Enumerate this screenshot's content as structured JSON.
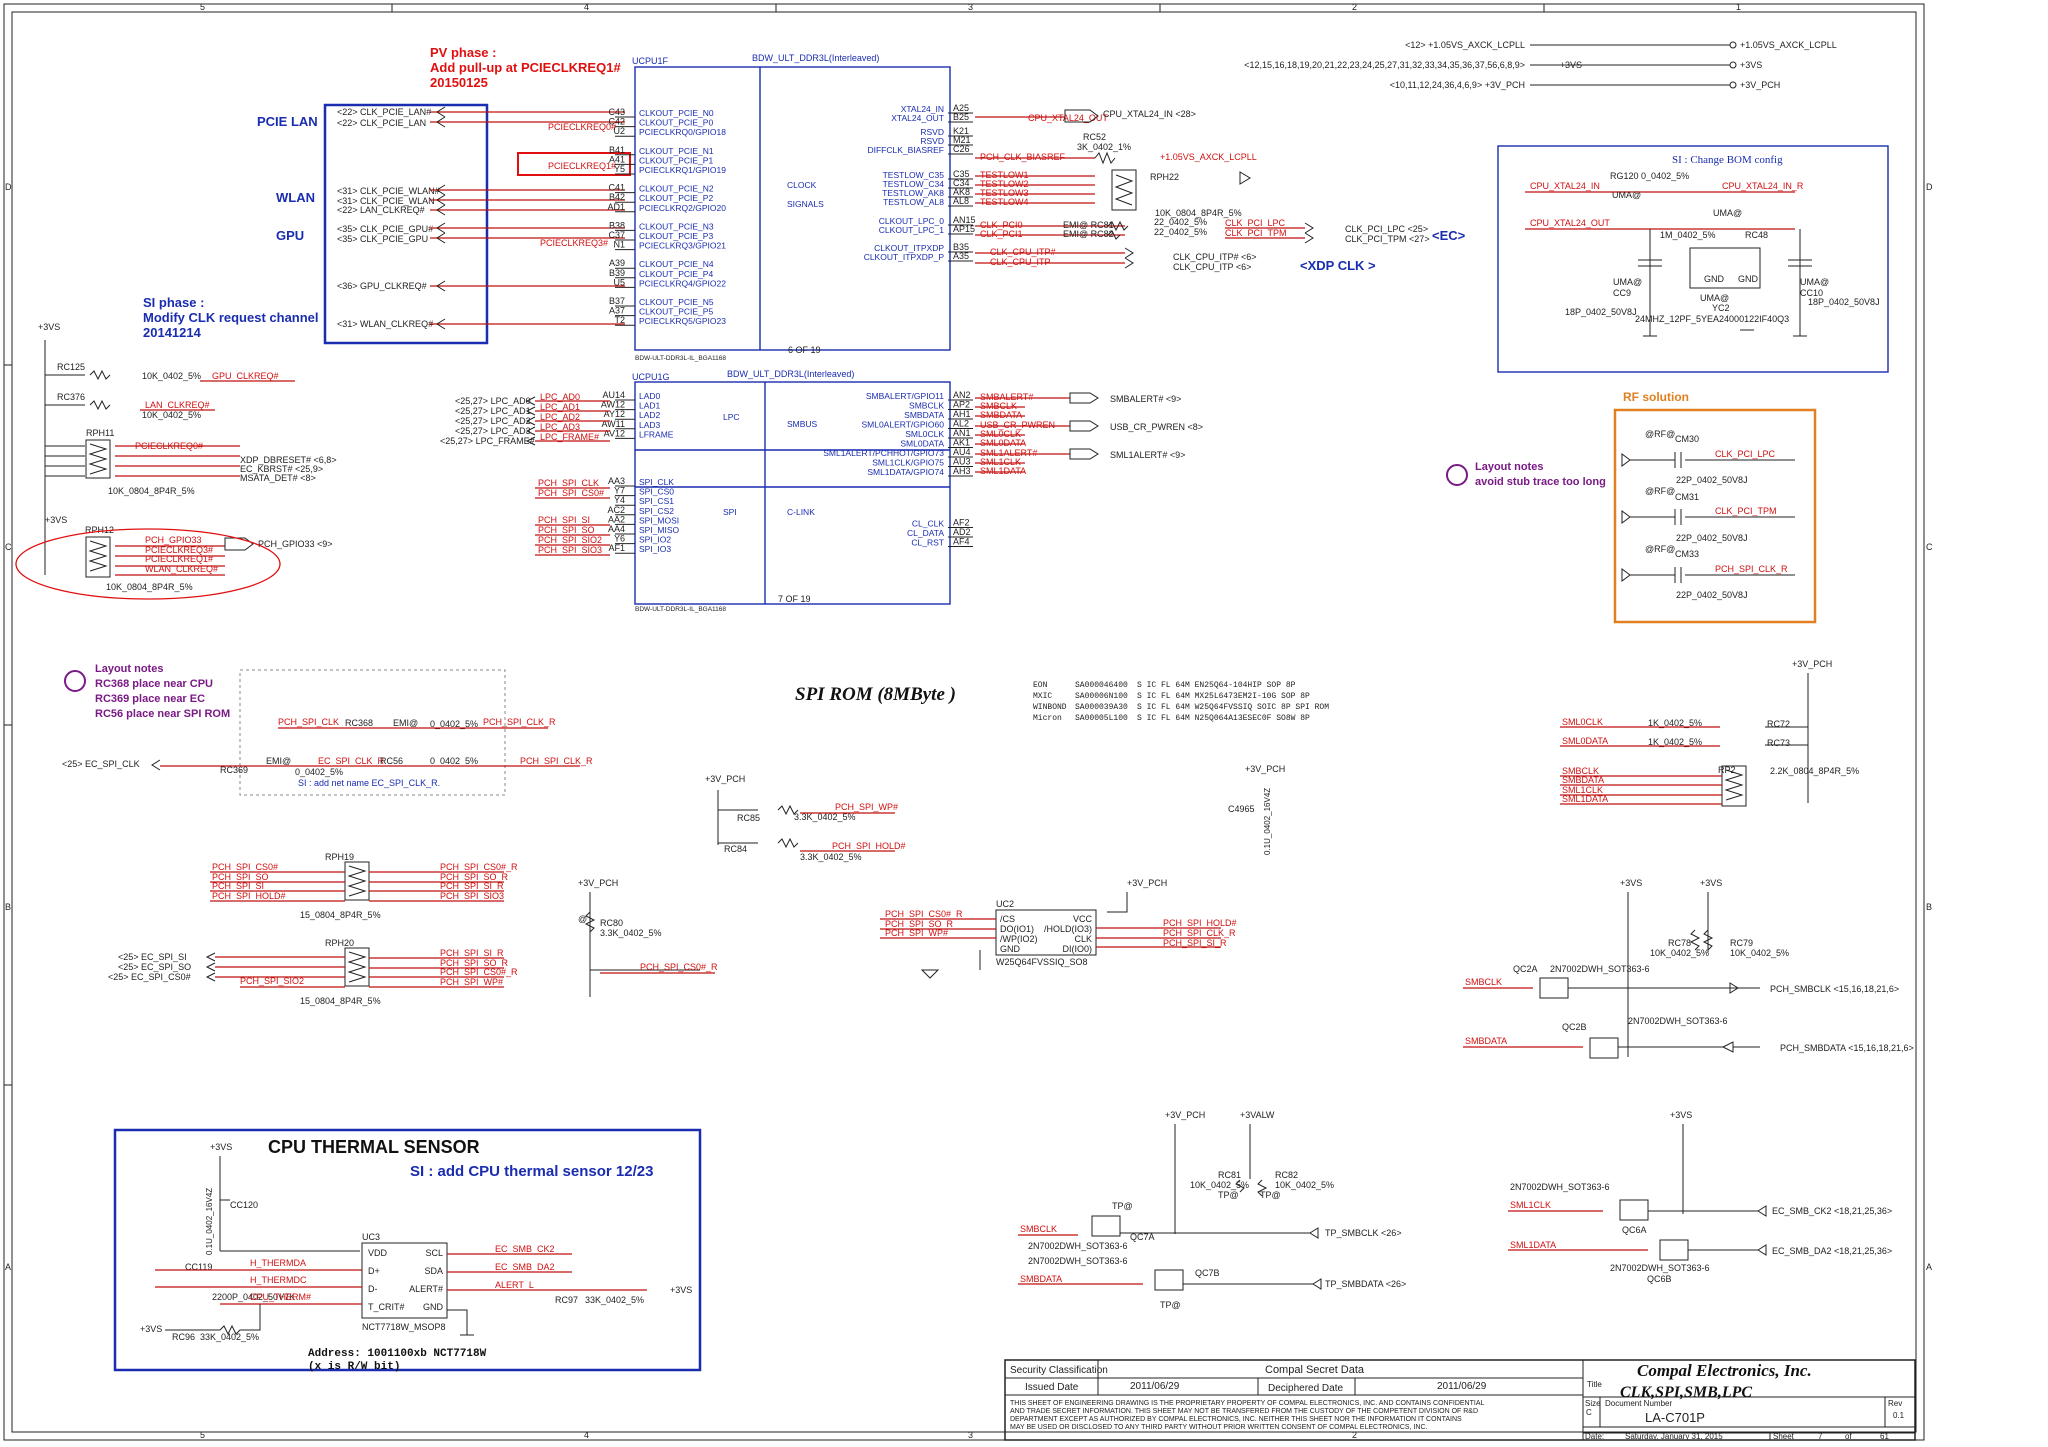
{
  "frame": {
    "top_cols": [
      "5",
      "4",
      "3",
      "2",
      "1"
    ],
    "side_rows": [
      "D",
      "C",
      "B",
      "A"
    ]
  },
  "notes": {
    "pv_phase_1": "PV phase :",
    "pv_phase_2": "Add pull-up at PCIECLKREQ1#",
    "pv_phase_3": "20150125",
    "si_phase_1": "SI phase :",
    "si_phase_2": "Modify CLK request channel",
    "si_phase_3": "20141214",
    "layout1_title": "Layout notes",
    "layout1_l1": "RC368 place near CPU",
    "layout1_l2": "RC369 place near EC",
    "layout1_l3": "RC56 place near SPI ROM",
    "layout2_title": "Layout notes",
    "layout2_l1": "avoid stub trace too long",
    "si_bom": "SI : Change BOM config",
    "rf_solution": "RF solution",
    "thermal_si": "SI : add CPU thermal sensor 12/23",
    "add_net": "SI : add net name EC_SPI_CLK_R."
  },
  "section_labels": {
    "pcie_lan": "PCIE LAN",
    "wlan": "WLAN",
    "gpu": "GPU",
    "ec": "<EC>",
    "xdp_clk": "<XDP CLK >",
    "spi_rom": "SPI ROM (8MByte )",
    "thermal": "CPU THERMAL SENSOR",
    "address_1": "Address: 1001100xb NCT7718W",
    "address_2": "(x is R/W bit)"
  },
  "power_rails": [
    {
      "idx": "<12>",
      "name": "+1.05VS_AXCK_LCPLL",
      "out": "+1.05VS_AXCK_LCPLL"
    },
    {
      "idx": "<12,15,16,18,19,20,21,22,23,24,25,27,31,32,33,34,35,36,37,56,6,8,9>",
      "name": "+3VS",
      "out": "+3VS"
    },
    {
      "idx": "<10,11,12,24,36,4,6,9>",
      "name": "+3V_PCH",
      "out": "+3V_PCH"
    }
  ],
  "ucpu1f": {
    "ref": "UCPU1F",
    "title": "BDW_ULT_DDR3L(Interleaved)",
    "page": "6 OF 19",
    "footer": "BDW-ULT-DDR3L-IL_BGA1168",
    "block_clock": "CLOCK",
    "block_signals": "SIGNALS",
    "left_pins": [
      {
        "ball": "C43",
        "name": "CLKOUT_PCIE_N0"
      },
      {
        "ball": "C42",
        "name": "CLKOUT_PCIE_P0"
      },
      {
        "ball": "U2",
        "name": "PCIECLKRQ0/GPIO18"
      },
      {
        "ball": "B41",
        "name": "CLKOUT_PCIE_N1"
      },
      {
        "ball": "A41",
        "name": "CLKOUT_PCIE_P1"
      },
      {
        "ball": "Y5",
        "name": "PCIECLKRQ1/GPIO19"
      },
      {
        "ball": "C41",
        "name": "CLKOUT_PCIE_N2"
      },
      {
        "ball": "B42",
        "name": "CLKOUT_PCIE_P2"
      },
      {
        "ball": "AD1",
        "name": "PCIECLKRQ2/GPIO20"
      },
      {
        "ball": "B38",
        "name": "CLKOUT_PCIE_N3"
      },
      {
        "ball": "C37",
        "name": "CLKOUT_PCIE_P3"
      },
      {
        "ball": "N1",
        "name": "PCIECLKRQ3/GPIO21"
      },
      {
        "ball": "A39",
        "name": "CLKOUT_PCIE_N4"
      },
      {
        "ball": "B39",
        "name": "CLKOUT_PCIE_P4"
      },
      {
        "ball": "U5",
        "name": "PCIECLKRQ4/GPIO22"
      },
      {
        "ball": "B37",
        "name": "CLKOUT_PCIE_N5"
      },
      {
        "ball": "A37",
        "name": "CLKOUT_PCIE_P5"
      },
      {
        "ball": "T2",
        "name": "PCIECLKRQ5/GPIO23"
      }
    ],
    "right_pins": [
      {
        "ball": "A25",
        "name": "XTAL24_IN"
      },
      {
        "ball": "B25",
        "name": "XTAL24_OUT"
      },
      {
        "ball": "K21",
        "name": "RSVD"
      },
      {
        "ball": "M21",
        "name": "RSVD"
      },
      {
        "ball": "C26",
        "name": "DIFFCLK_BIASREF"
      },
      {
        "ball": "C35",
        "name": "TESTLOW_C35"
      },
      {
        "ball": "C34",
        "name": "TESTLOW_C34"
      },
      {
        "ball": "AK8",
        "name": "TESTLOW_AK8"
      },
      {
        "ball": "AL8",
        "name": "TESTLOW_AL8"
      },
      {
        "ball": "AN15",
        "name": "CLKOUT_LPC_0"
      },
      {
        "ball": "AP15",
        "name": "CLKOUT_LPC_1"
      },
      {
        "ball": "B35",
        "name": "CLKOUT_ITPXDP"
      },
      {
        "ball": "A35",
        "name": "CLKOUT_ITPXDP_P"
      }
    ],
    "right_nets": [
      "CPU_XTAL24_OUT",
      "PCH_CLK_BIASREF",
      "TESTLOW1",
      "TESTLOW2",
      "TESTLOW3",
      "TESTLOW4",
      "CLK_PCI0",
      "CLK_PCI1",
      "CLK_CPU_ITP#",
      "CLK_CPU_ITP"
    ]
  },
  "ucpu1g": {
    "ref": "UCPU1G",
    "title": "BDW_ULT_DDR3L(Interleaved)",
    "page": "7 OF 19",
    "footer": "BDW-ULT-DDR3L-IL_BGA1168",
    "block_lpc": "LPC",
    "block_smbus": "SMBUS",
    "block_spi": "SPI",
    "block_clink": "C-LINK",
    "left_pins": [
      {
        "ball": "AU14",
        "name": "LAD0"
      },
      {
        "ball": "AW12",
        "name": "LAD1"
      },
      {
        "ball": "AY12",
        "name": "LAD2"
      },
      {
        "ball": "AW11",
        "name": "LAD3"
      },
      {
        "ball": "AV12",
        "name": "LFRAME"
      },
      {
        "ball": "AA3",
        "name": "SPI_CLK"
      },
      {
        "ball": "Y7",
        "name": "SPI_CS0"
      },
      {
        "ball": "Y4",
        "name": "SPI_CS1"
      },
      {
        "ball": "AC2",
        "name": "SPI_CS2"
      },
      {
        "ball": "AA2",
        "name": "SPI_MOSI"
      },
      {
        "ball": "AA4",
        "name": "SPI_MISO"
      },
      {
        "ball": "Y6",
        "name": "SPI_IO2"
      },
      {
        "ball": "AF1",
        "name": "SPI_IO3"
      }
    ],
    "left_nets": [
      "LPC_AD0",
      "LPC_AD1",
      "LPC_AD2",
      "LPC_AD3",
      "LPC_FRAME#",
      "PCH_SPI_CLK",
      "PCH_SPI_CS0#",
      "PCH_SPI_SI",
      "PCH_SPI_SO",
      "PCH_SPI_SIO2",
      "PCH_SPI_SIO3"
    ],
    "left_ports": [
      {
        "idx": "<25,27>",
        "name": "LPC_AD0"
      },
      {
        "idx": "<25,27>",
        "name": "LPC_AD1"
      },
      {
        "idx": "<25,27>",
        "name": "LPC_AD2"
      },
      {
        "idx": "<25,27>",
        "name": "LPC_AD3"
      },
      {
        "idx": "<25,27>",
        "name": "LPC_FRAME#"
      }
    ],
    "right_pins": [
      {
        "ball": "AN2",
        "name": "SMBALERT/GPIO11"
      },
      {
        "ball": "AP2",
        "name": "SMBCLK"
      },
      {
        "ball": "AH1",
        "name": "SMBDATA"
      },
      {
        "ball": "AL2",
        "name": "SML0ALERT/GPIO60"
      },
      {
        "ball": "AN1",
        "name": "SML0CLK"
      },
      {
        "ball": "AK1",
        "name": "SML0DATA"
      },
      {
        "ball": "AU4",
        "name": "SML1ALERT/PCHHOT/GPIO73"
      },
      {
        "ball": "AU3",
        "name": "SML1CLK/GPIO75"
      },
      {
        "ball": "AH3",
        "name": "SML1DATA/GPIO74"
      },
      {
        "ball": "AF2",
        "name": "CL_CLK"
      },
      {
        "ball": "AD2",
        "name": "CL_DATA"
      },
      {
        "ball": "AF4",
        "name": "CL_RST"
      }
    ],
    "right_nets": [
      "SMBALERT#",
      "SMBCLK",
      "SMBDATA",
      "USB_CR_PWREN",
      "SML0CLK",
      "SML0DATA",
      "SML1ALERT#",
      "SML1CLK",
      "SML1DATA"
    ],
    "right_ports": [
      {
        "name": "SMBALERT#",
        "idx": "<9>"
      },
      {
        "name": "USB_CR_PWREN",
        "idx": "<8>"
      },
      {
        "name": "SML1ALERT#",
        "idx": "<9>"
      }
    ]
  },
  "clk_ports": [
    {
      "idx": "<22>",
      "name": "CLK_PCIE_LAN#"
    },
    {
      "idx": "<22>",
      "name": "CLK_PCIE_LAN"
    },
    {
      "idx": "<31>",
      "name": "CLK_PCIE_WLAN#"
    },
    {
      "idx": "<31>",
      "name": "CLK_PCIE_WLAN"
    },
    {
      "idx": "<22>",
      "name": "LAN_CLKREQ#"
    },
    {
      "idx": "<35>",
      "name": "CLK_PCIE_GPU#"
    },
    {
      "idx": "<35>",
      "name": "CLK_PCIE_GPU"
    },
    {
      "idx": "<36>",
      "name": "GPU_CLKREQ#"
    },
    {
      "idx": "<31>",
      "name": "WLAN_CLKREQ#"
    }
  ],
  "clkreq_nets": [
    "PCIECLKREQ0#",
    "PCIECLKREQ1#",
    "PCIECLKREQ3#"
  ],
  "pullups": {
    "rail": "+3VS",
    "rc125": "RC125",
    "rc125_val": "10K_0402_5%",
    "rc125_net": "GPU_CLKREQ#",
    "rc376": "RC376",
    "rc376_val": "10K_0402_5%",
    "rc376_net": "LAN_CLKREQ#",
    "rph11": "RPH11",
    "rph11_val": "10K_0804_8P4R_5%",
    "rph11_nets": [
      "PCIECLKREQ0#",
      "XDP_DBRESET#",
      "EC_KBRST#",
      "MSATA_DET#"
    ],
    "rph11_idx": [
      "",
      "<6,8>",
      "<25,9>",
      "<8>"
    ],
    "rph12": "RPH12",
    "rph12_val": "10K_0804_8P4R_5%",
    "rph12_nets": [
      "PCH_GPIO33",
      "PCIECLKREQ3#",
      "PCIECLKREQ1#",
      "WLAN_CLKREQ#"
    ],
    "gpio33_port": "PCH_GPIO33",
    "gpio33_idx": "<9>"
  },
  "xtal": {
    "cpu_in": "CPU_XTAL24_IN",
    "cpu_in_idx": "<28>",
    "rc52": "RC52",
    "rc52_val": "3K_0402_1%",
    "rail_105": "+1.05VS_AXCK_LCPLL",
    "rph22": "RPH22",
    "rph22_val": "10K_0804_8P4R_5%",
    "rc81": "RC81",
    "rc82": "RC82",
    "emi": "EMI@",
    "rc_val": "22_0402_5%",
    "clk_lpc": "CLK_PCI_LPC",
    "clk_tpm": "CLK_PCI_TPM",
    "clk_lpc_port": "CLK_PCI_LPC",
    "clk_lpc_idx": "<25>",
    "clk_tpm_port": "CLK_PCI_TPM",
    "clk_tpm_idx": "<27>",
    "itp_n": "CLK_CPU_ITP#",
    "itp_p": "CLK_CPU_ITP",
    "itp_idx": "<6>",
    "rg120": "RG120",
    "rg120_val": "0_0402_5%",
    "uma": "UMA@",
    "xin_r": "CPU_XTAL24_IN_R",
    "rc48": "RC48",
    "rc48_val": "1M_0402_5%",
    "cc9": "CC9",
    "cc9_val": "18P_0402_50V8J",
    "cc10": "CC10",
    "cc10_val": "18P_0402_50V8J",
    "yc2": "YC2",
    "yc2_val": "24MHZ_12PF_5YEA24000122IF40Q3",
    "gnd": "GND"
  },
  "rf": {
    "cm30": "CM30",
    "cm31": "CM31",
    "cm33": "CM33",
    "tag": "@RF@",
    "val": "22P_0402_50V8J",
    "nets": [
      "CLK_PCI_LPC",
      "CLK_PCI_TPM",
      "PCH_SPI_CLK_R"
    ]
  },
  "spi": {
    "rc368": "RC368",
    "rc369": "RC369",
    "rc56": "RC56",
    "emi": "EMI@",
    "val": "0_0402_5%",
    "pch_spi_clk": "PCH_SPI_CLK",
    "pch_spi_clk_r": "PCH_SPI_CLK_R",
    "ec_spi_clk": "EC_SPI_CLK",
    "ec_spi_clk_idx": "<25>",
    "ec_spi_clk_r": "EC_SPI_CLK_R",
    "rom_list": [
      {
        "mfr": "EON",
        "pn": "SA000046400",
        "desc": "S IC FL 64M EN25Q64-104HIP SOP 8P"
      },
      {
        "mfr": "MXIC",
        "pn": "SA00006N100",
        "desc": "S IC FL 64M MX25L6473EM2I-10G SOP 8P"
      },
      {
        "mfr": "WINBOND",
        "pn": "SA000039A30",
        "desc": "S IC FL 64M W25Q64FVSSIQ SOIC 8P SPI ROM"
      },
      {
        "mfr": "Micron",
        "pn": "SA00005L100",
        "desc": "S IC FL 64M N25Q064A13ESEC0F SO8W 8P"
      }
    ],
    "rc85": "RC85",
    "rc84": "RC84",
    "pu_val": "3.3K_0402_5%",
    "wp": "PCH_SPI_WP#",
    "hold": "PCH_SPI_HOLD#",
    "rail": "+3V_PCH",
    "c4965": "C4965",
    "c4965_val": "0.1U_0402_16V4Z",
    "rph19": "RPH19",
    "rph20": "RPH20",
    "rph_val": "15_0804_8P4R_5%",
    "rph19_left": [
      "PCH_SPI_CS0#",
      "PCH_SPI_SO",
      "PCH_SPI_SI",
      "PCH_SPI_HOLD#"
    ],
    "rph19_right": [
      "PCH_SPI_CS0#_R",
      "PCH_SPI_SO_R",
      "PCH_SPI_SI_R",
      "PCH_SPI_SIO3"
    ],
    "rph20_ports": [
      {
        "idx": "<25>",
        "name": "EC_SPI_SI"
      },
      {
        "idx": "<25>",
        "name": "EC_SPI_SO"
      },
      {
        "idx": "<25>",
        "name": "EC_SPI_CS0#"
      }
    ],
    "rph20_left4": "PCH_SPI_SIO2",
    "rph20_right": [
      "PCH_SPI_SI_R",
      "PCH_SPI_SO_R",
      "PCH_SPI_CS0#_R",
      "PCH_SPI_WP#"
    ],
    "rc80": "RC80",
    "rc80_val": "3.3K_0402_5%",
    "rc80_tag": "@",
    "cs0_r": "PCH_SPI_CS0#_R",
    "uc2": "UC2",
    "uc2_part": "W25Q64FVSSIQ_SO8",
    "uc2_left": [
      "/CS",
      "DO(IO1)",
      "/WP(IO2)",
      "GND"
    ],
    "uc2_right": [
      "VCC",
      "/HOLD(IO3)",
      "CLK",
      "DI(IO0)"
    ],
    "uc2_lnets": [
      "PCH_SPI_CS0#_R",
      "PCH_SPI_SO_R",
      "PCH_SPI_WP#"
    ],
    "uc2_rnets": [
      "PCH_SPI_HOLD#",
      "PCH_SPI_CLK_R",
      "PCH_SPI_SI_R"
    ]
  },
  "smbus": {
    "rail": "+3V_PCH",
    "sml0clk": "SML0CLK",
    "sml0data": "SML0DATA",
    "rc72": "RC72",
    "rc73": "RC73",
    "val": "1K_0402_5%",
    "rp2": "RP2",
    "rp2_val": "2.2K_0804_8P4R_5%",
    "rp2_nets": [
      "SMBCLK",
      "SMBDATA",
      "SML1CLK",
      "SML1DATA"
    ],
    "rail_3vs": "+3VS",
    "rc78": "RC78",
    "rc79": "RC79",
    "rc7x_val": "10K_0402_5%",
    "qc2a": "QC2A",
    "qc2b": "QC2B",
    "q_part": "2N7002DWH_SOT363-6",
    "smbclk": "SMBCLK",
    "smbdata": "SMBDATA",
    "pch_smbclk": "PCH_SMBCLK",
    "pch_smbdata": "PCH_SMBDATA",
    "pch_idx": "<15,16,18,21,6>"
  },
  "tp": {
    "rail_pch": "+3V_PCH",
    "rail_alw": "+3VALW",
    "rc81": "RC81",
    "rc82": "RC82",
    "val": "10K_0402_5%",
    "tag": "TP@",
    "qc7a": "QC7A",
    "qc7b": "QC7B",
    "q_part": "2N7002DWH_SOT363-6",
    "smbclk": "SMBCLK",
    "smbdata": "SMBDATA",
    "tp_smbclk": "TP_SMBCLK",
    "tp_smbdata": "TP_SMBDATA",
    "tp_idx": "<26>"
  },
  "ec_smb": {
    "rail": "+3VS",
    "qc6a": "QC6A",
    "qc6b": "QC6B",
    "q_part": "2N7002DWH_SOT363-6",
    "sml1clk": "SML1CLK",
    "sml1data": "SML1DATA",
    "ck2": "EC_SMB_CK2",
    "da2": "EC_SMB_DA2",
    "idx": "<18,21,25,36>"
  },
  "thermal": {
    "rail": "+3VS",
    "cc120": "CC120",
    "cc120_val": "0.1U_0402_16V4Z",
    "cc119": "CC119",
    "cc119_val": "2200P_0402_50V7K",
    "uc3": "UC3",
    "uc3_part": "NCT7718W_MSOP8",
    "left_pins": [
      "VDD",
      "D+",
      "D-",
      "T_CRIT#"
    ],
    "right_pins": [
      "SCL",
      "SDA",
      "ALERT#",
      "GND"
    ],
    "h_thermda": "H_THERMDA",
    "h_thermdc": "H_THERMDC",
    "cpu_therm": "CPU_THERM#",
    "ec_smb_ck2": "EC_SMB_CK2",
    "ec_smb_da2": "EC_SMB_DA2",
    "alert_l": "ALERT_L",
    "rc96": "RC96",
    "rc97": "RC97",
    "r_val": "33K_0402_5%"
  },
  "title_block": {
    "sec_class": "Security Classification",
    "compal_secret": "Compal Secret Data",
    "issued": "Issued Date",
    "issued_date": "2011/06/29",
    "deciphered": "Deciphered Date",
    "deciphered_date": "2011/06/29",
    "company": "Compal Electronics, Inc.",
    "title_lbl": "Title",
    "title": "CLK,SPI,SMB,LPC",
    "size_lbl": "Size",
    "size": "C",
    "docnum_lbl": "Document Number",
    "docnum": "LA-C701P",
    "rev_lbl": "Rev",
    "rev": "0.1",
    "date_lbl": "Date:",
    "date": "Saturday, January 31, 2015",
    "sheet_lbl": "Sheet",
    "sheet": "7",
    "of_lbl": "of",
    "sheets": "61",
    "disclaimer_1": "THIS SHEET OF ENGINEERING DRAWING IS THE PROPRIETARY PROPERTY OF COMPAL ELECTRONICS, INC. AND CONTAINS CONFIDENTIAL",
    "disclaimer_2": "AND TRADE SECRET INFORMATION. THIS SHEET MAY NOT BE TRANSFERED FROM THE CUSTODY OF THE COMPETENT DIVISION OF R&D",
    "disclaimer_3": "DEPARTMENT EXCEPT AS AUTHORIZED BY COMPAL ELECTRONICS, INC. NEITHER THIS SHEET NOR THE INFORMATION IT CONTAINS",
    "disclaimer_4": "MAY BE USED OR DISCLOSED TO ANY THIRD PARTY WITHOUT PRIOR WRITTEN CONSENT OF COMPAL ELECTRONICS, INC."
  }
}
